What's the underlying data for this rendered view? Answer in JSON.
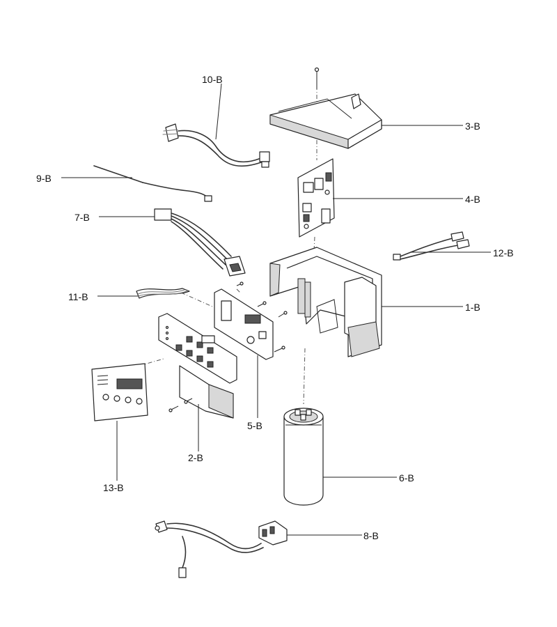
{
  "labels": {
    "p1": "1-B",
    "p2": "2-B",
    "p3": "3-B",
    "p4": "4-B",
    "p5": "5-B",
    "p6": "6-B",
    "p7": "7-B",
    "p8": "8-B",
    "p9": "9-B",
    "p10": "10-B",
    "p11": "11-B",
    "p12": "12-B",
    "p13": "13-B"
  }
}
